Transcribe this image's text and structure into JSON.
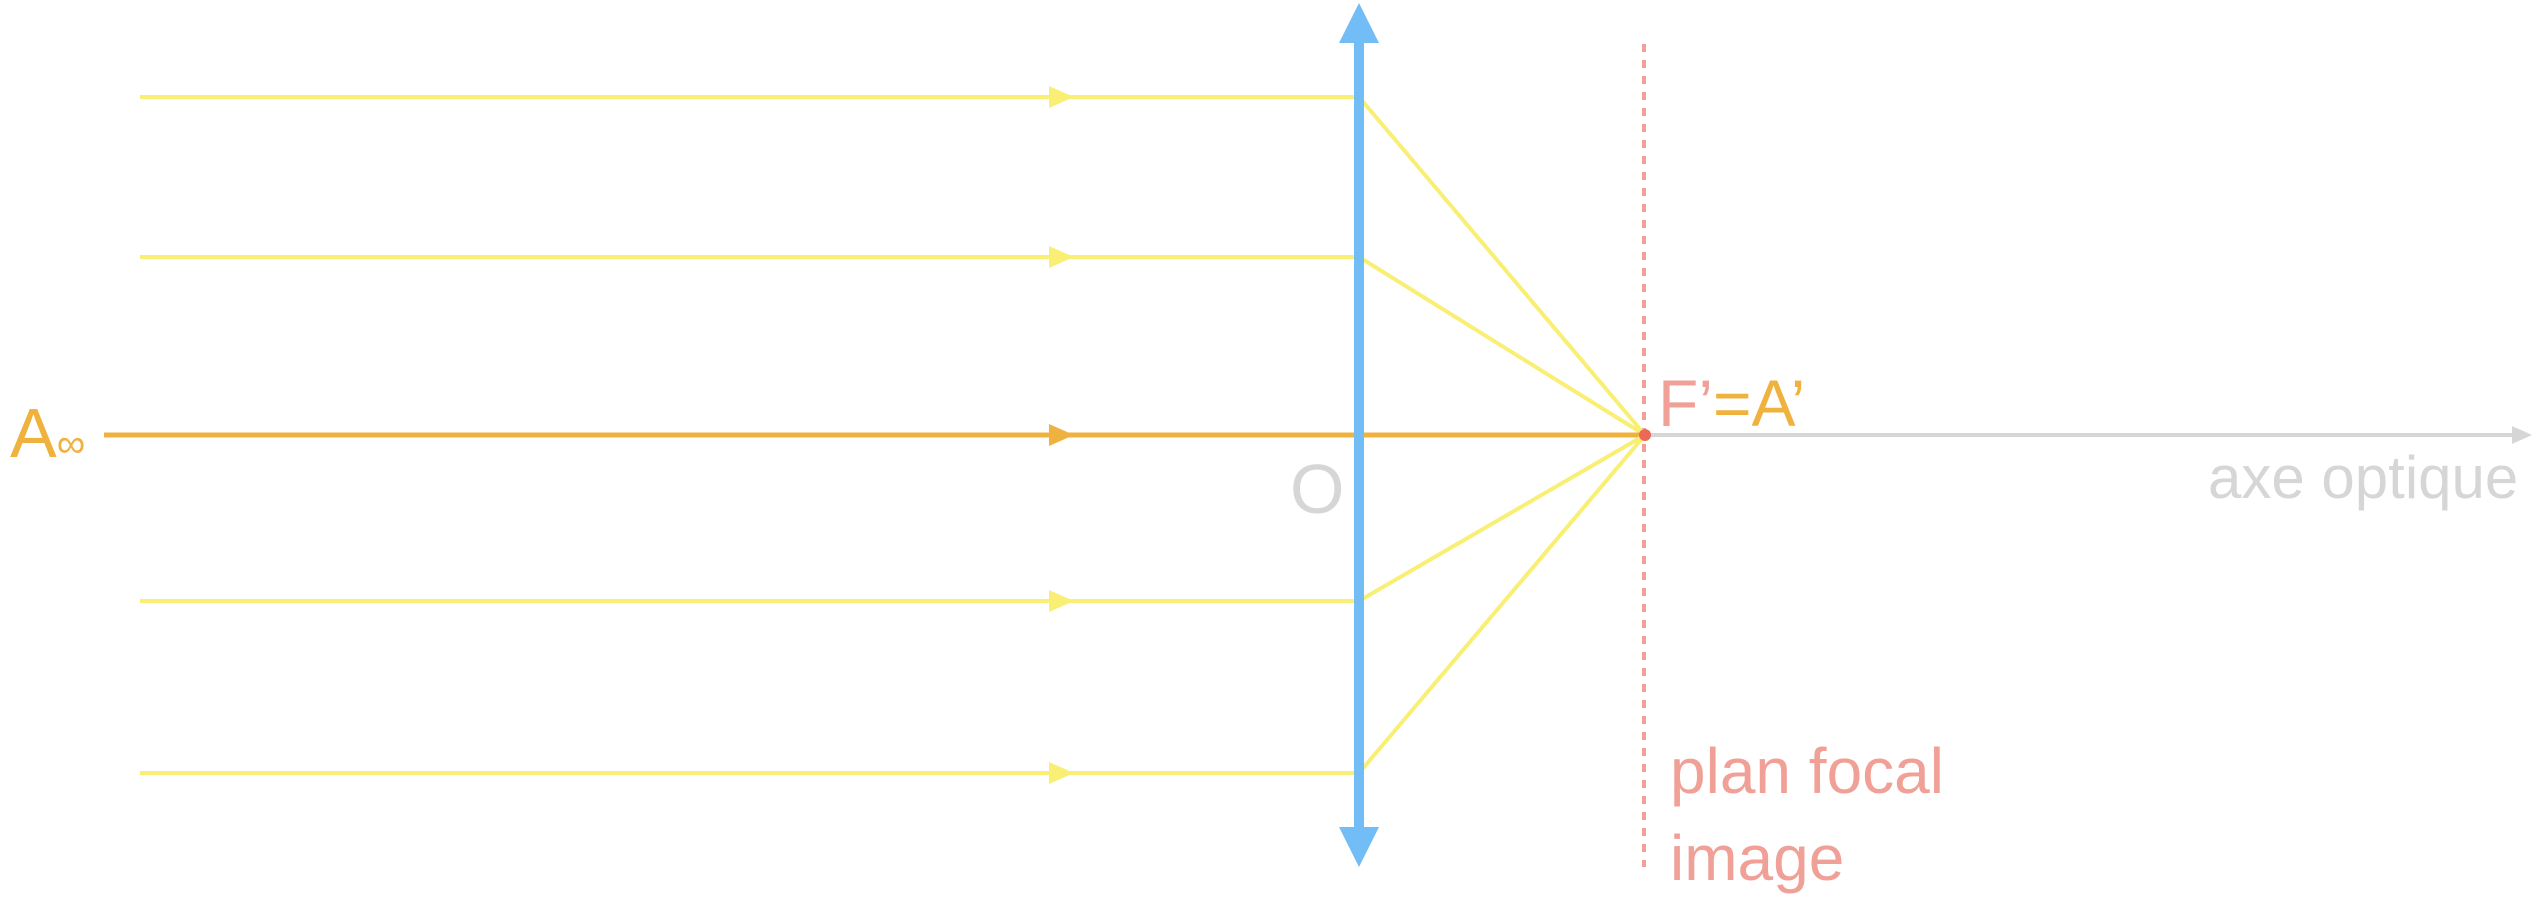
{
  "labels": {
    "source": "A",
    "source_sub": "∞",
    "center": "O",
    "focus_f": "F’",
    "focus_eq": "=",
    "focus_a": "A’",
    "axis": "axe optique",
    "focal_plane_line1": "plan focal",
    "focal_plane_line2": "image"
  },
  "colors": {
    "ray": "#f8ef74",
    "principal_ray": "#f0b23e",
    "lens": "#72bdf5",
    "focal_plane": "#f0a097",
    "axis": "#d6d6d6",
    "focus_point": "#ec6a55",
    "center_label": "#d6d6d6"
  }
}
